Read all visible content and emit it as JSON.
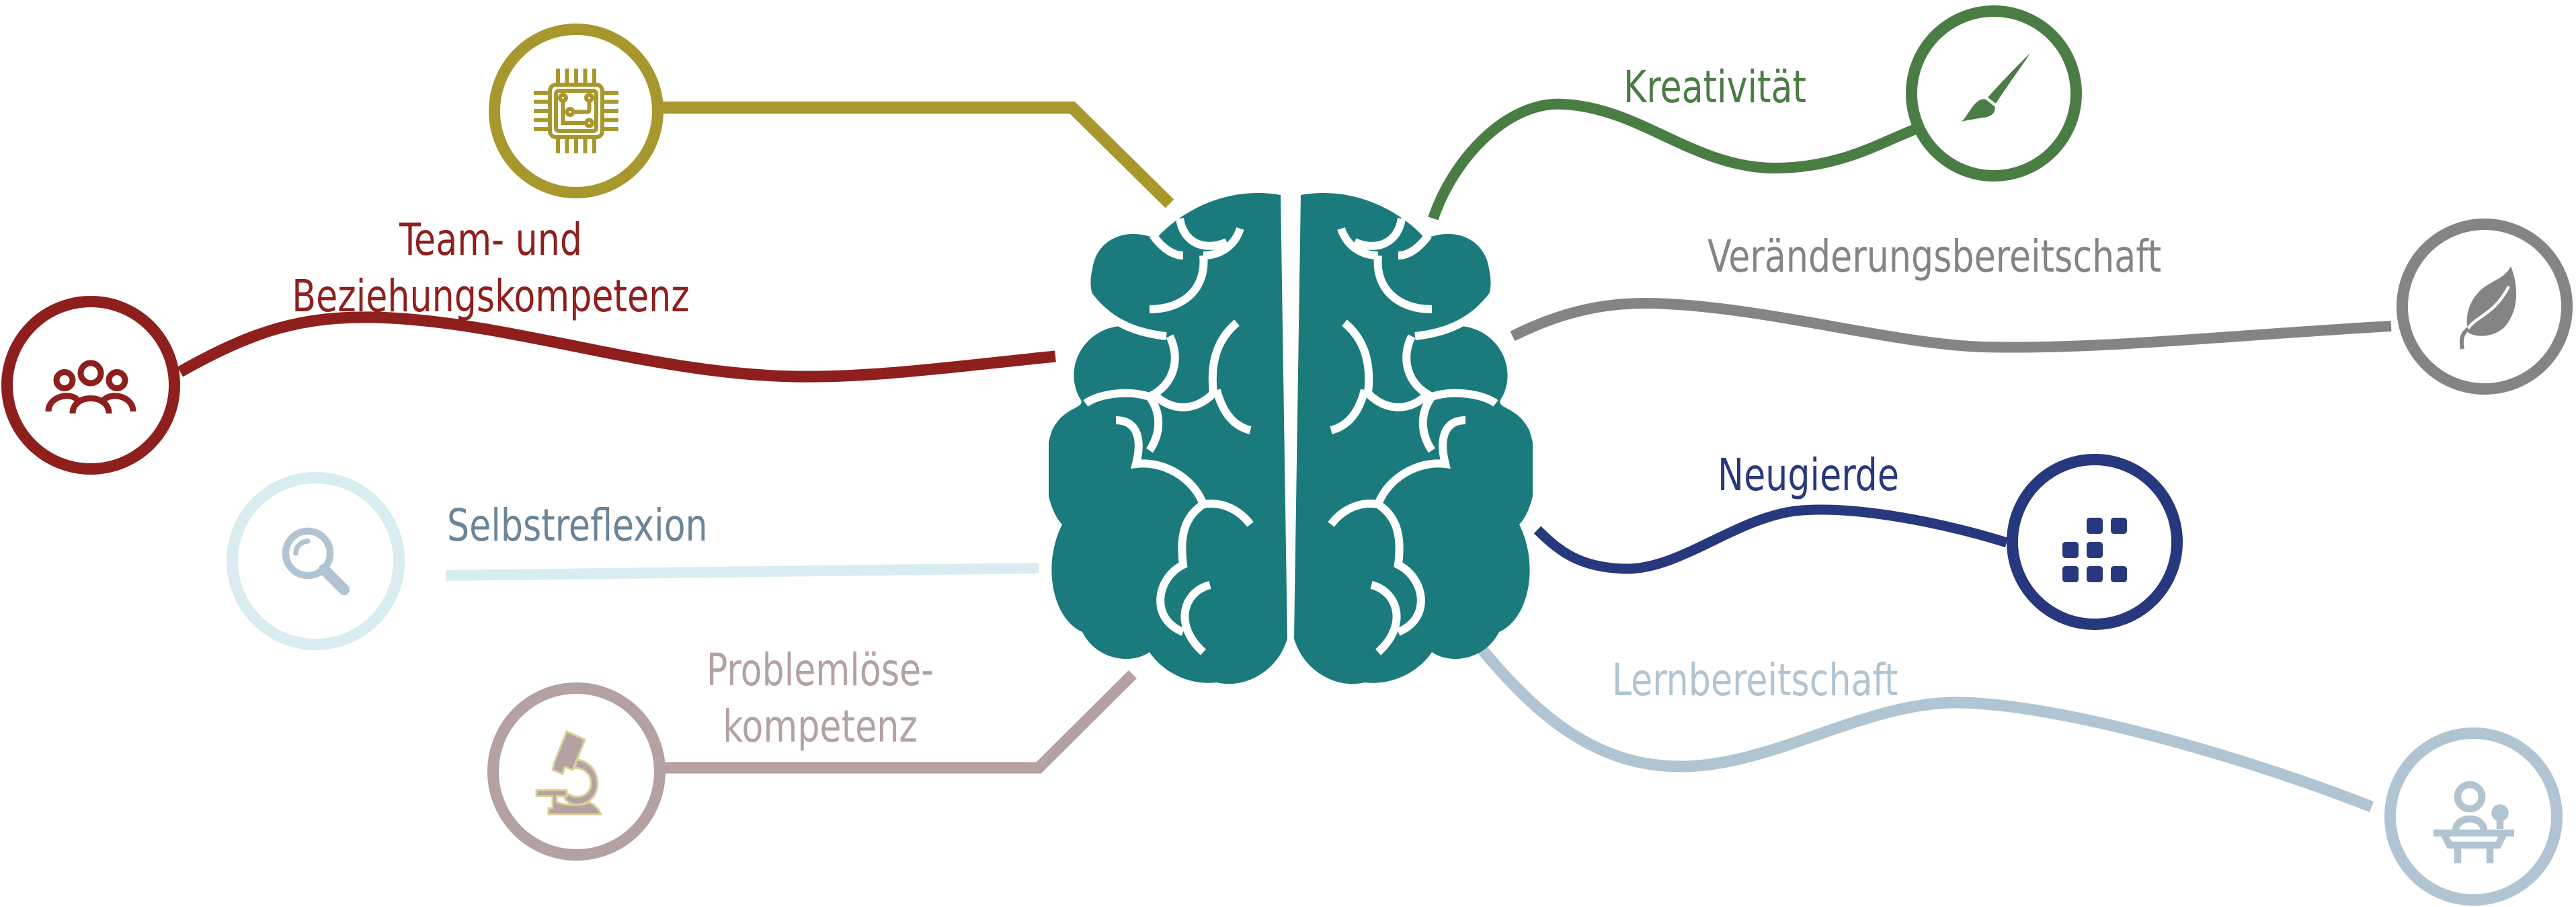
{
  "diagram": {
    "center": {
      "name": "brain",
      "color": "#1b7a7c"
    },
    "branches": [
      {
        "id": "tech",
        "label": "",
        "icon": "microchip-icon",
        "color": "#a8972c"
      },
      {
        "id": "team",
        "label_line1": "Team- und",
        "label_line2": "Beziehungskompetenz",
        "icon": "people-group-icon",
        "color": "#8e1f1d"
      },
      {
        "id": "self",
        "label": "Selbstreflexion",
        "icon": "magnifier-icon",
        "color": "#6b8598",
        "line_color": "#d9ecef",
        "icon_color": "#b0c4d2"
      },
      {
        "id": "problem",
        "label_line1": "Problemlöse-",
        "label_line2": "kompetenz",
        "icon": "microscope-icon",
        "color": "#b4a1a2",
        "icon_outline": "#d8d095"
      },
      {
        "id": "creative",
        "label": "Kreativität",
        "icon": "paintbrush-icon",
        "color": "#4a7d44"
      },
      {
        "id": "change",
        "label": "Veränderungsbereitschaft",
        "icon": "leaf-icon",
        "color": "#848484"
      },
      {
        "id": "curious",
        "label": "Neugierde",
        "icon": "grid-dots-icon",
        "color": "#27387e"
      },
      {
        "id": "learn",
        "label": "Lernbereitschaft",
        "icon": "teacher-desk-icon",
        "color": "#b0c4d2"
      }
    ]
  }
}
